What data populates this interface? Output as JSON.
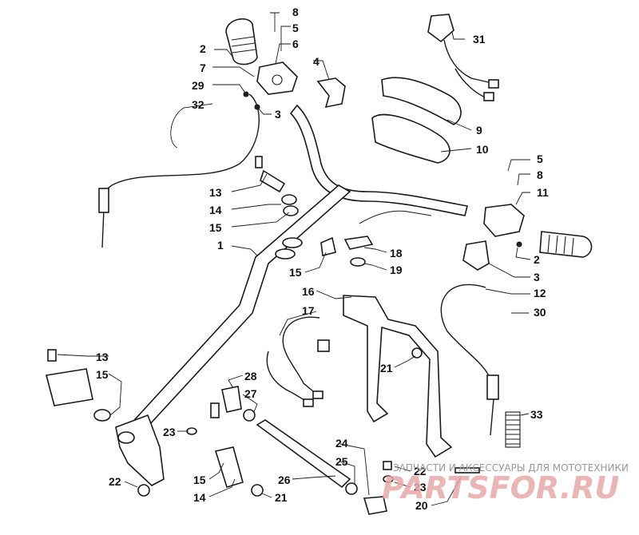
{
  "callouts": [
    "1",
    "2",
    "3",
    "4",
    "5",
    "6",
    "7",
    "8",
    "9",
    "10",
    "11",
    "12",
    "13",
    "14",
    "15",
    "16",
    "17",
    "18",
    "19",
    "20",
    "21",
    "22",
    "23",
    "24",
    "25",
    "26",
    "27",
    "28",
    "29",
    "30",
    "31",
    "32",
    "33"
  ],
  "watermark": {
    "tagline": "ЗАПЧАСТИ И АКСЕССУАРЫ ДЛЯ МОТОТЕХНИКИ",
    "logo": "PARTSFOR.RU"
  },
  "colors": {
    "line": "#1a1a1a",
    "background": "#ffffff",
    "watermark_logo": "#e9a9a9",
    "watermark_text": "#999999"
  }
}
